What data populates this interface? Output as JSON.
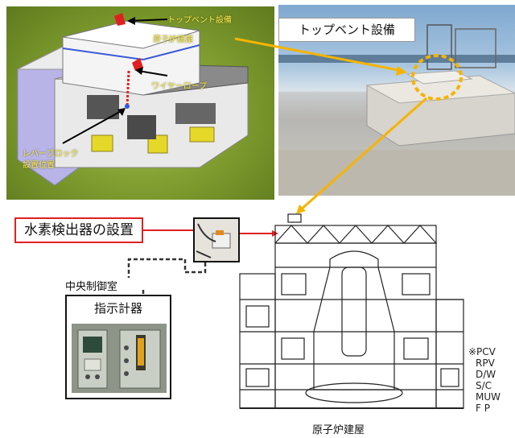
{
  "render": {
    "top_vent_label": "トップベント設備",
    "reactor_building_label": "原子炉建屋",
    "wire_rope_label": "ワイヤーロープ",
    "lever_block_label_line1": "レバーブロック",
    "lever_block_label_line2": "設置位置"
  },
  "photo": {
    "caption": "トップベント設備"
  },
  "hydrogen_detector_label": "水素検出器の設置",
  "main_control_room_label": "中央制御室",
  "indicator_label": "指示計器",
  "building_section_label": "原子炉建屋",
  "notes": [
    "※PCV",
    "RPV",
    "D/W",
    "S/C",
    "MUW",
    "F P"
  ],
  "colors": {
    "red_arrow": "#e02020",
    "yellow_arrow": "#f5b400",
    "label_border": "#e02020"
  }
}
